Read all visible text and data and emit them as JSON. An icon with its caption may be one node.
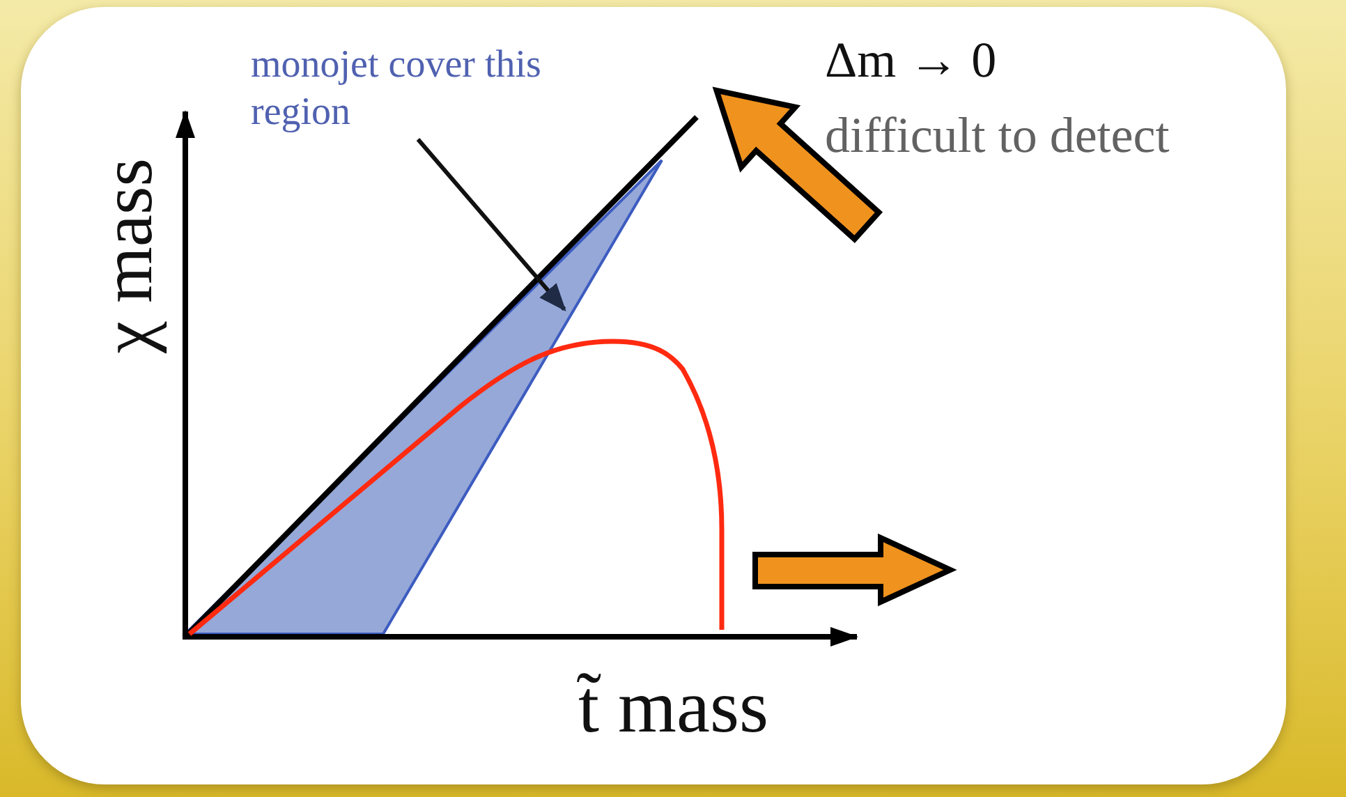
{
  "diagram": {
    "nodes": [
      {
        "text": [
          "monojet cover this region"
        ]
      },
      {
        "text": [],
        "shape": "polygon"
      }
    ],
    "edges": [
      {
        "from": 0,
        "to": 1,
        "arrow": "to"
      }
    ],
    "labels": [
      "χ mass",
      "t̃ mass",
      "Δm → 0",
      "difficult to detect"
    ]
  }
}
